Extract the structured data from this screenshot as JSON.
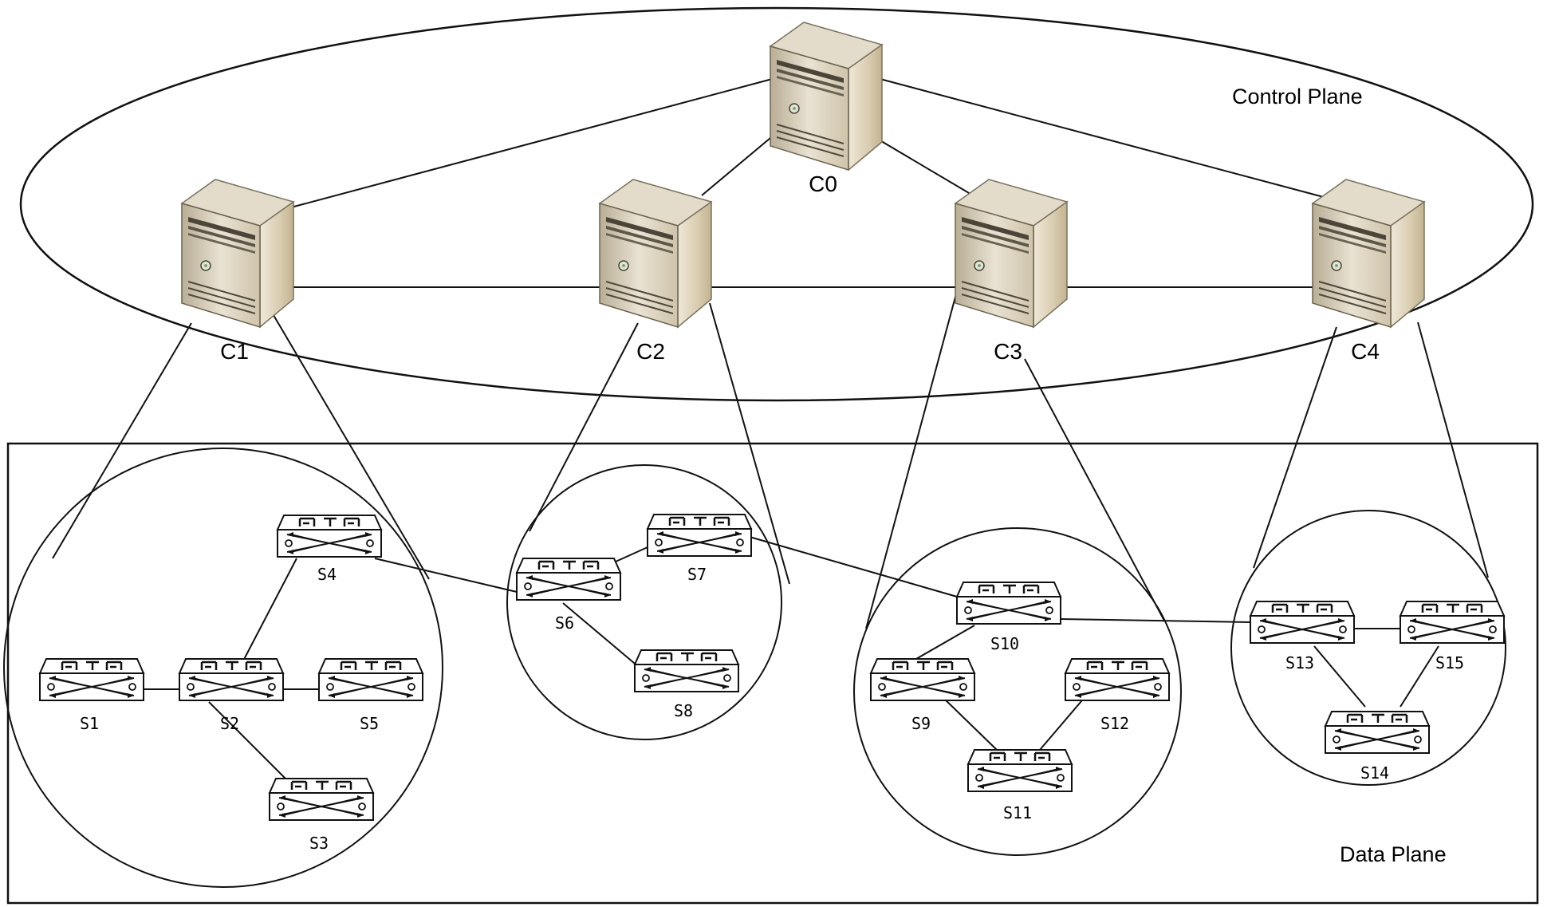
{
  "diagram": {
    "control_plane_label": "Control Plane",
    "data_plane_label": "Data Plane",
    "controllers": {
      "c0": "C0",
      "c1": "C1",
      "c2": "C2",
      "c3": "C3",
      "c4": "C4"
    },
    "switches": {
      "s1": "S1",
      "s2": "S2",
      "s3": "S3",
      "s4": "S4",
      "s5": "S5",
      "s6": "S6",
      "s7": "S7",
      "s8": "S8",
      "s9": "S9",
      "s10": "S10",
      "s11": "S11",
      "s12": "S12",
      "s13": "S13",
      "s14": "S14",
      "s15": "S15"
    },
    "controller_links": [
      [
        "C0",
        "C1"
      ],
      [
        "C0",
        "C2"
      ],
      [
        "C0",
        "C3"
      ],
      [
        "C0",
        "C4"
      ],
      [
        "C1",
        "C2"
      ],
      [
        "C2",
        "C3"
      ],
      [
        "C3",
        "C4"
      ]
    ],
    "switch_links": [
      [
        "S1",
        "S2"
      ],
      [
        "S2",
        "S5"
      ],
      [
        "S2",
        "S4"
      ],
      [
        "S2",
        "S3"
      ],
      [
        "S4",
        "S6"
      ],
      [
        "S6",
        "S7"
      ],
      [
        "S6",
        "S8"
      ],
      [
        "S7",
        "S10"
      ],
      [
        "S10",
        "S9"
      ],
      [
        "S9",
        "S11"
      ],
      [
        "S11",
        "S12"
      ],
      [
        "S10",
        "S13"
      ],
      [
        "S13",
        "S15"
      ],
      [
        "S13",
        "S14"
      ],
      [
        "S15",
        "S14"
      ]
    ],
    "domains": [
      {
        "controller": "C1",
        "switches": [
          "S1",
          "S2",
          "S3",
          "S4",
          "S5"
        ]
      },
      {
        "controller": "C2",
        "switches": [
          "S6",
          "S7",
          "S8"
        ]
      },
      {
        "controller": "C3",
        "switches": [
          "S9",
          "S10",
          "S11",
          "S12"
        ]
      },
      {
        "controller": "C4",
        "switches": [
          "S13",
          "S14",
          "S15"
        ]
      }
    ]
  }
}
